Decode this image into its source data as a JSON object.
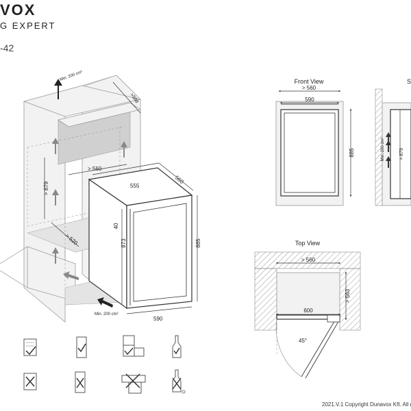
{
  "header": {
    "brand": "VOX",
    "tagline": "G EXPERT",
    "model": "-42"
  },
  "iso": {
    "vent_top": "Min. 200 cm²",
    "vent_bottom": "Min. 200 cm²",
    "dims": {
      "top_depth": ">588",
      "niche_width": "> 560",
      "niche_height": "> 879",
      "niche_depth": "> 520",
      "unit_depth_top": "555",
      "unit_depth_side": "560",
      "unit_door": "40",
      "unit_inner_height": "873",
      "unit_height": "885",
      "unit_width": "590"
    }
  },
  "front_view": {
    "title": "Front View",
    "dims": {
      "niche": "> 560",
      "width": "590",
      "height": "885"
    }
  },
  "side_view": {
    "title": "S",
    "dims": {
      "vent": "Min. 200 cm²",
      "height": "> 879"
    }
  },
  "top_view": {
    "title": "Top View",
    "dims": {
      "niche": "> 560",
      "width": "600",
      "depth": "> 563",
      "angle": "45°"
    }
  },
  "icons": [
    {
      "name": "document-check-icon"
    },
    {
      "name": "appliance-check-icon"
    },
    {
      "name": "stacked-cabinet-icon"
    },
    {
      "name": "bottle-check-icon"
    },
    {
      "name": "document-cross-icon"
    },
    {
      "name": "appliance-cross-icon"
    },
    {
      "name": "cabinet-cross-icon"
    },
    {
      "name": "bottle-cross-icon"
    }
  ],
  "footer": {
    "copyright": "2021.V.1 Copyright Dunavox Kft. All r"
  }
}
